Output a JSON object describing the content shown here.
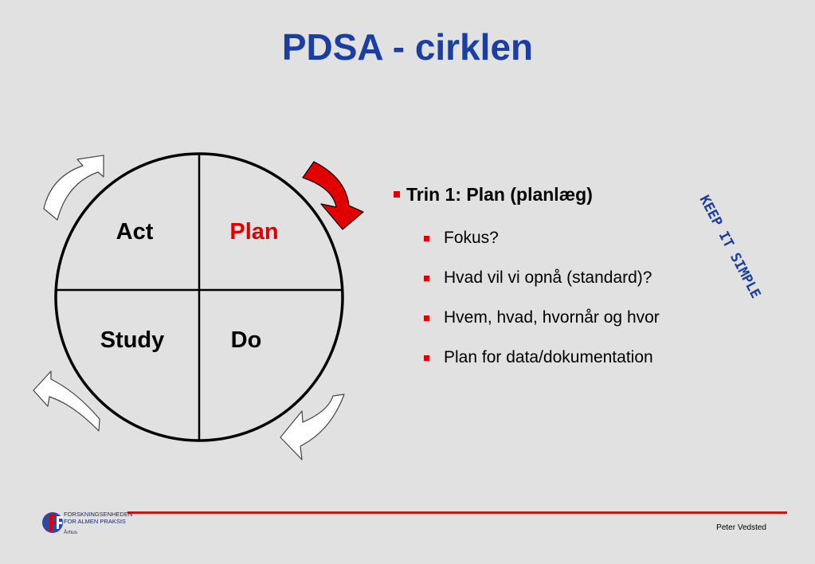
{
  "title": "PDSA - cirklen",
  "cycle": {
    "quadrants": [
      {
        "label": "Act",
        "color": "#000000"
      },
      {
        "label": "Plan",
        "color": "#e00000"
      },
      {
        "label": "Study",
        "color": "#000000"
      },
      {
        "label": "Do",
        "color": "#000000"
      }
    ],
    "active_arrow_color": "#e00000"
  },
  "bullets": {
    "main": "Trin 1: Plan (planlæg)",
    "items": [
      "Fokus?",
      "Hvad vil vi opnå (standard)?",
      "Hvem, hvad, hvornår og hvor",
      "Plan for data/dokumentation"
    ]
  },
  "stamp": "KEEP IT SIMPLE",
  "footer": {
    "logo_line1": "FORSKNINGSENHEDEN",
    "logo_line2": "FOR ALMEN PRAKSIS",
    "logo_city": "Århus",
    "author": "Peter Vedsted"
  },
  "colors": {
    "title": "#1a3ea2",
    "accent_red": "#e00000",
    "background": "#e1e1e1"
  }
}
